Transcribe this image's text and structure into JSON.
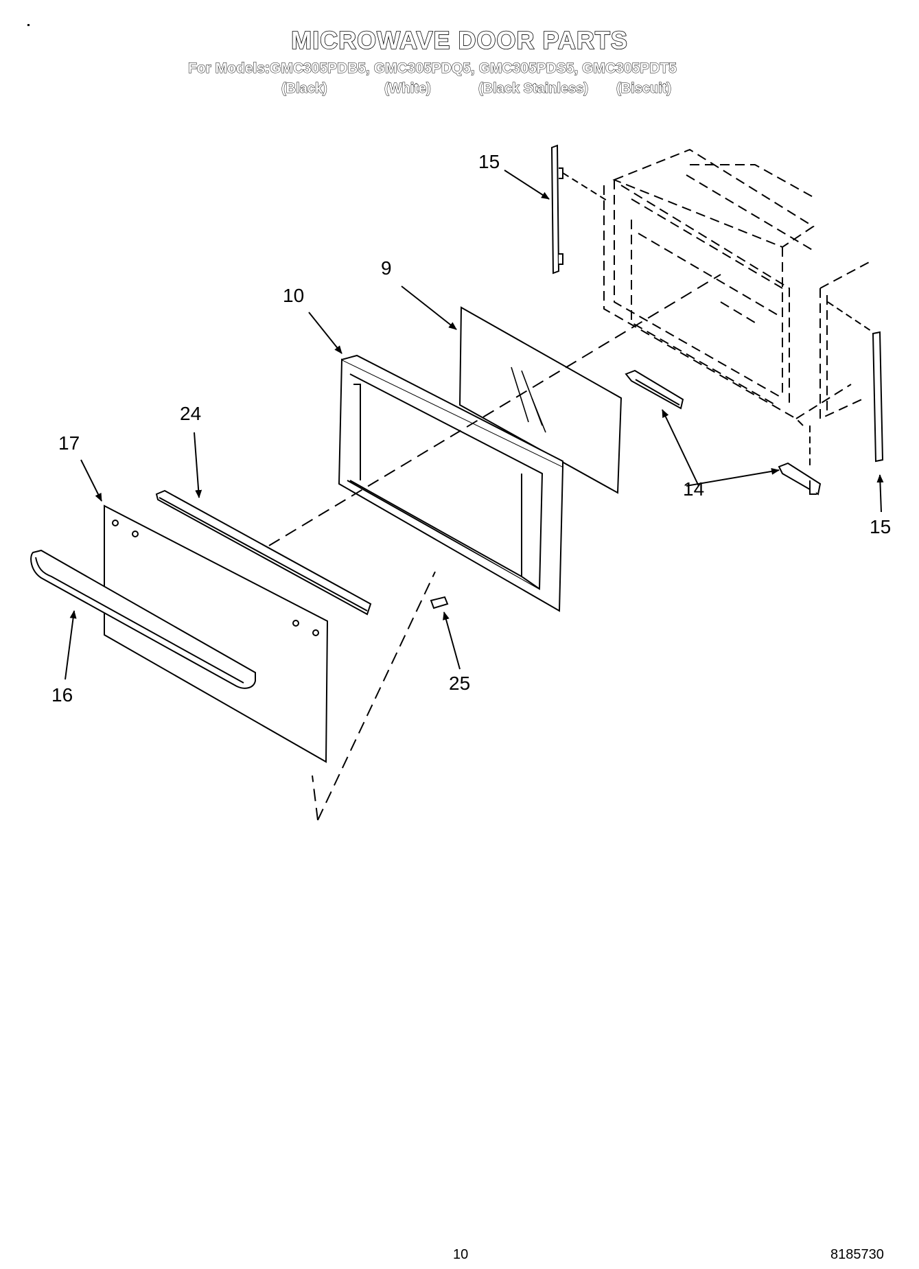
{
  "header": {
    "title": "MICROWAVE DOOR PARTS",
    "models_line": "For Models:GMC305PDB5, GMC305PDQ5, GMC305PDS5, GMC305PDT5",
    "colors": [
      "(Black)",
      "(White)",
      "(Black Stainless)",
      "(Biscuit)"
    ]
  },
  "callouts": {
    "c15a": "15",
    "c9": "9",
    "c10": "10",
    "c24": "24",
    "c17": "17",
    "c16": "16",
    "c25": "25",
    "c14": "14",
    "c15b": "15"
  },
  "footer": {
    "page_number": "10",
    "doc_number": "8185730"
  }
}
